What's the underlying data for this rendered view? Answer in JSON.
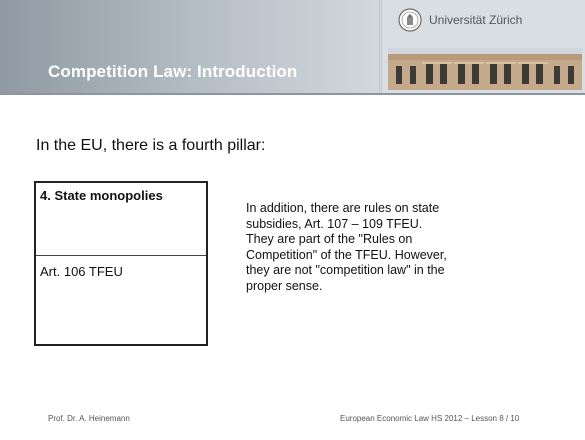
{
  "header": {
    "title": "Competition Law: Introduction",
    "university": "Universität Zürich",
    "logo_icon": "university-seal-icon",
    "building_icon": "university-building-icon"
  },
  "content": {
    "intro": "In the EU, there is a fourth pillar:",
    "pillar": {
      "heading": "4. State monopolies",
      "article": "Art. 106 TFEU"
    },
    "note_lines": [
      "In addition, there are rules on state",
      "subsidies, Art. 107 – 109 TFEU.",
      "They are part of the \"Rules on",
      "Competition\" of the TFEU. However,",
      "they are not \"competition law\" in the",
      "proper sense."
    ]
  },
  "footer": {
    "author": "Prof. Dr. A. Heinemann",
    "course": "European Economic Law HS 2012 – Lesson 8 / 10"
  },
  "colors": {
    "header_left": "#8f9aa4",
    "header_right": "#e2e6ea",
    "title_text": "#ffffff"
  }
}
